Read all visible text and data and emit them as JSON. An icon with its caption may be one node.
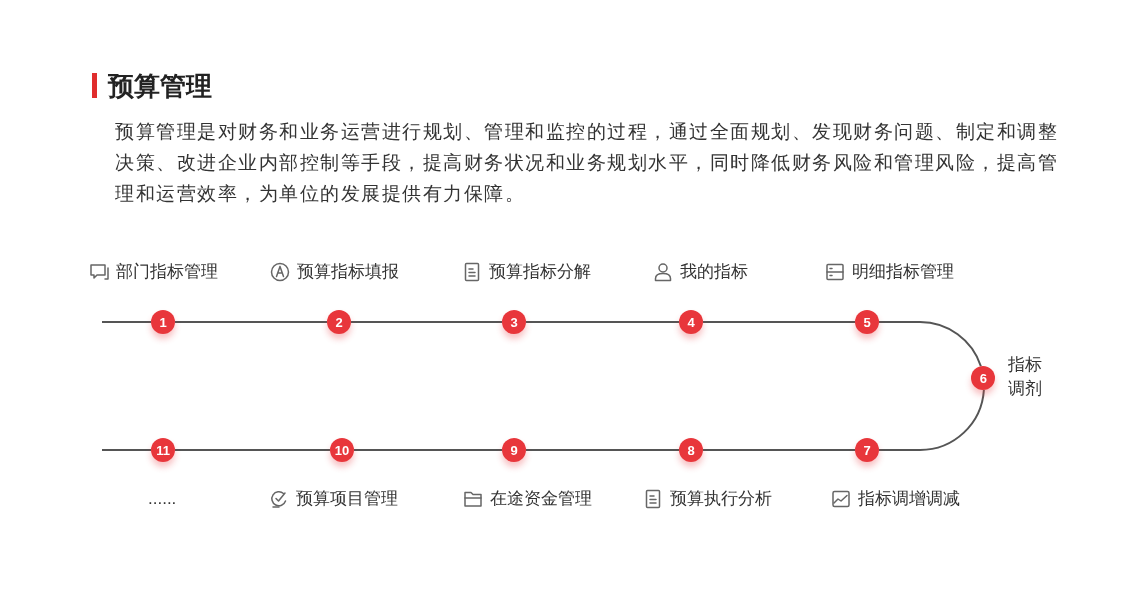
{
  "diagram": {
    "title": "预算管理",
    "nodes": [
      {
        "text": [
          "1"
        ],
        "beside": [
          "部门指标管理"
        ]
      },
      {
        "text": [
          "2"
        ],
        "beside": [
          "预算指标填报"
        ]
      },
      {
        "text": [
          "3"
        ],
        "beside": [
          "预算指标分解"
        ]
      },
      {
        "text": [
          "4"
        ],
        "beside": [
          "我的指标"
        ]
      },
      {
        "text": [
          "5"
        ],
        "beside": [
          "明细指标管理"
        ]
      },
      {
        "text": [
          "6"
        ],
        "beside": [
          "指标调剂"
        ]
      },
      {
        "text": [
          "7"
        ],
        "beside": [
          "指标调增调减"
        ]
      },
      {
        "text": [
          "8"
        ],
        "beside": [
          "预算执行分析"
        ]
      },
      {
        "text": [
          "9"
        ],
        "beside": [
          "在途资金管理"
        ]
      },
      {
        "text": [
          "10"
        ],
        "beside": [
          "预算项目管理"
        ]
      },
      {
        "text": [
          "11"
        ],
        "beside": [
          "......"
        ]
      }
    ],
    "edges": [
      {
        "from": null,
        "to": 0,
        "arrow": "none"
      },
      {
        "from": 0,
        "to": 1,
        "arrow": "none"
      },
      {
        "from": 1,
        "to": 2,
        "arrow": "none"
      },
      {
        "from": 2,
        "to": 3,
        "arrow": "none"
      },
      {
        "from": 3,
        "to": 4,
        "arrow": "none"
      },
      {
        "from": 4,
        "to": 5,
        "arrow": "none"
      },
      {
        "from": 5,
        "to": 6,
        "arrow": "none"
      },
      {
        "from": 6,
        "to": 7,
        "arrow": "none"
      },
      {
        "from": 7,
        "to": 8,
        "arrow": "none"
      },
      {
        "from": 8,
        "to": 9,
        "arrow": "none"
      },
      {
        "from": 9,
        "to": 10,
        "arrow": "none"
      },
      {
        "from": 10,
        "to": null,
        "arrow": "none"
      }
    ],
    "labels": [
      "预算管理是对财务和业务运营进行规划、管理和监控的过程，通过全面规划、发现财务问题、制定和调整决策、改进企业内部控制等手段，提高财务状况和业务规划水平，同时降低财务风险和管理风险，提高管理和运营效率，为单位的发展提供有力保障。"
    ]
  }
}
